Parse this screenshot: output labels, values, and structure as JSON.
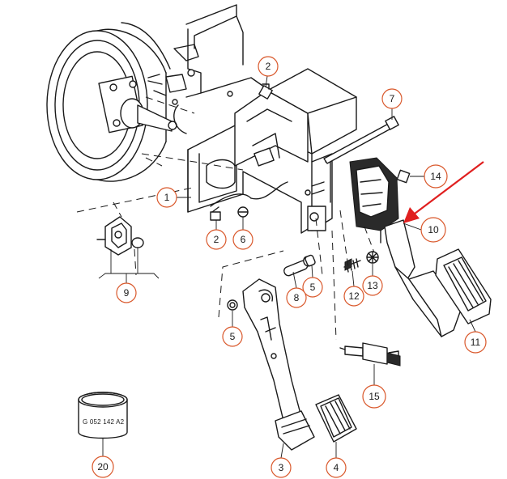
{
  "callouts": [
    {
      "id": "c1",
      "label": "1"
    },
    {
      "id": "c2a",
      "label": "2"
    },
    {
      "id": "c2b",
      "label": "2"
    },
    {
      "id": "c3",
      "label": "3"
    },
    {
      "id": "c4",
      "label": "4"
    },
    {
      "id": "c5a",
      "label": "5"
    },
    {
      "id": "c5b",
      "label": "5"
    },
    {
      "id": "c6",
      "label": "6"
    },
    {
      "id": "c7",
      "label": "7"
    },
    {
      "id": "c8",
      "label": "8"
    },
    {
      "id": "c9",
      "label": "9"
    },
    {
      "id": "c10",
      "label": "10"
    },
    {
      "id": "c11",
      "label": "11"
    },
    {
      "id": "c12",
      "label": "12"
    },
    {
      "id": "c13",
      "label": "13"
    },
    {
      "id": "c14",
      "label": "14"
    },
    {
      "id": "c15",
      "label": "15"
    },
    {
      "id": "c20",
      "label": "20"
    }
  ],
  "bushing_stamp": "G 052 142 A2",
  "colors": {
    "callout_ring": "#d9572a",
    "highlight_arrow": "#e01f1f",
    "line": "#1a1a1a"
  }
}
